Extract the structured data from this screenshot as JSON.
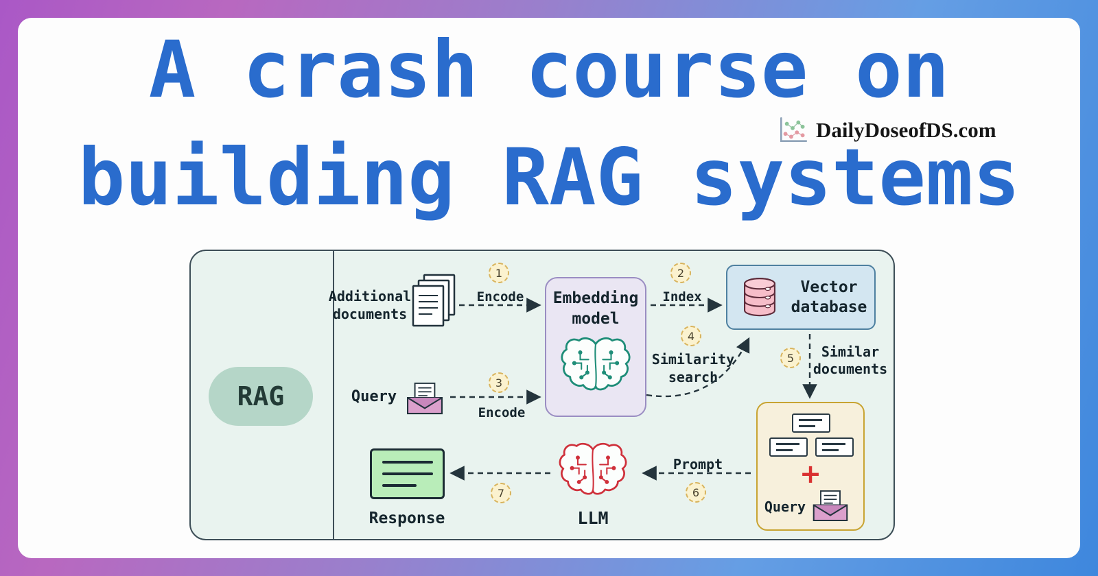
{
  "title": {
    "line1": "A crash course on",
    "line2": "building RAG systems"
  },
  "brand": {
    "name": "DailyDoseofDS.com"
  },
  "diagram": {
    "rag": "RAG",
    "labels": {
      "additional_documents": "Additional\ndocuments",
      "query_input": "Query",
      "embedding_model": "Embedding\nmodel",
      "vector_database": "Vector\ndatabase",
      "similarity_search": "Similarity\nsearch",
      "similar_documents": "Similar\ndocuments",
      "prompt": "Prompt",
      "encode_1": "Encode",
      "index": "Index",
      "encode_3": "Encode",
      "query_box": "Query",
      "plus": "+",
      "llm": "LLM",
      "response": "Response"
    },
    "steps": {
      "s1": "1",
      "s2": "2",
      "s3": "3",
      "s4": "4",
      "s5": "5",
      "s6": "6",
      "s7": "7"
    }
  },
  "colors": {
    "title": "#2a6ccd",
    "brand_text": "#161616",
    "panel_bg": "#e9f3ef",
    "panel_border": "#3d4e57",
    "rag_pill": "#b5d6c8",
    "embed_bg": "#eae6f3",
    "embed_border": "#9a8dc2",
    "vdb_bg": "#d3e6f1",
    "vdb_border": "#4e80a0",
    "db_pink": "#f6bdc9",
    "box_bg": "#f7f0dc",
    "box_border": "#c8a432",
    "response_bg": "#b9edb9",
    "step_bg": "#fbf2cf",
    "step_border": "#d8b45e",
    "arrow": "#24343c",
    "brain_teal": "#1e8d78",
    "brain_red": "#cf2f3a",
    "plus_red": "#d93030",
    "envelope_pink": "#dba0cc"
  }
}
